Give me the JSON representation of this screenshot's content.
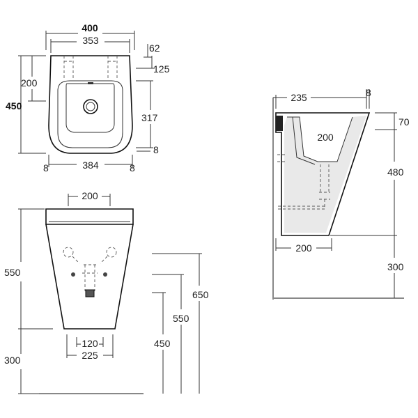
{
  "plan": {
    "width_overall": "400",
    "width_inner": "353",
    "depth_total": "450",
    "depth_upper": "200",
    "rim_back": "62",
    "rim_to_bowl": "125",
    "bowl_depth": "317",
    "rim_front": "8",
    "side_left": "8",
    "side_right": "8",
    "width_bottom": "384"
  },
  "front": {
    "top_width": "200",
    "height_body": "550",
    "height_below": "300",
    "width_120": "120",
    "width_225": "225",
    "height_650": "650",
    "height_550": "550",
    "height_450": "450"
  },
  "side": {
    "depth": "235",
    "lip": "8",
    "height_200": "200",
    "top_70": "70",
    "height_480": "480",
    "bottom_200": "200",
    "height_300": "300"
  }
}
